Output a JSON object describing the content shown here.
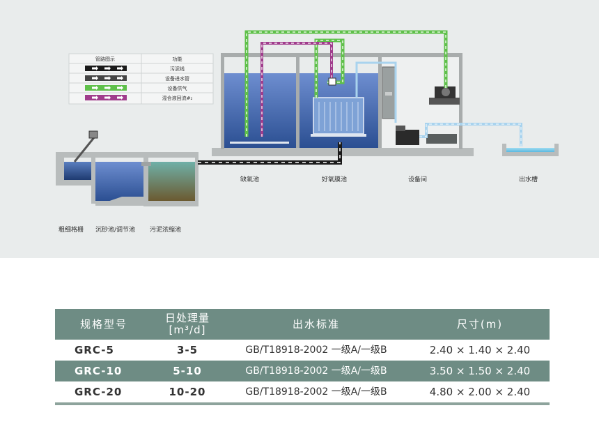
{
  "legend": {
    "header_pipe": "管路图示",
    "header_function": "功能",
    "rows": [
      {
        "label": "污泥线",
        "color": "#1a1a1a"
      },
      {
        "label": "设备进水管",
        "color": "#444444"
      },
      {
        "label": "设备供气",
        "color": "#5fc04a"
      },
      {
        "label": "混合液回流#₂",
        "color": "#a03c8c"
      }
    ]
  },
  "labels": {
    "screen": "粗细格栅",
    "grit": "沉砂池/调节池",
    "sludge": "污泥浓缩池",
    "anoxic": "缺氧池",
    "mbr": "好氧膜池",
    "equipment": "设备间",
    "outlet": "出水槽"
  },
  "table": {
    "headers": {
      "model": "规格型号",
      "capacity_line1": "日处理量",
      "capacity_line2": "[m³/d]",
      "standard": "出水标准",
      "size": "尺寸(m)"
    },
    "rows": [
      {
        "model": "GRC-5",
        "capacity": "3-5",
        "standard": "GB/T18918-2002 一级A/一级B",
        "size": "2.40 × 1.40 × 2.40"
      },
      {
        "model": "GRC-10",
        "capacity": "5-10",
        "standard": "GB/T18918-2002 一级A/一级B",
        "size": "3.50 × 1.50 × 2.40"
      },
      {
        "model": "GRC-20",
        "capacity": "10-20",
        "standard": "GB/T18918-2002 一级A/一级B",
        "size": "4.80 × 2.00 × 2.40"
      }
    ]
  },
  "colors": {
    "table_header": "#6e8c84",
    "water_blue": "#3d63a8",
    "air_green": "#5fc04a",
    "return_purple": "#a03c8c",
    "sludge_pipe": "#1a1a1a"
  }
}
